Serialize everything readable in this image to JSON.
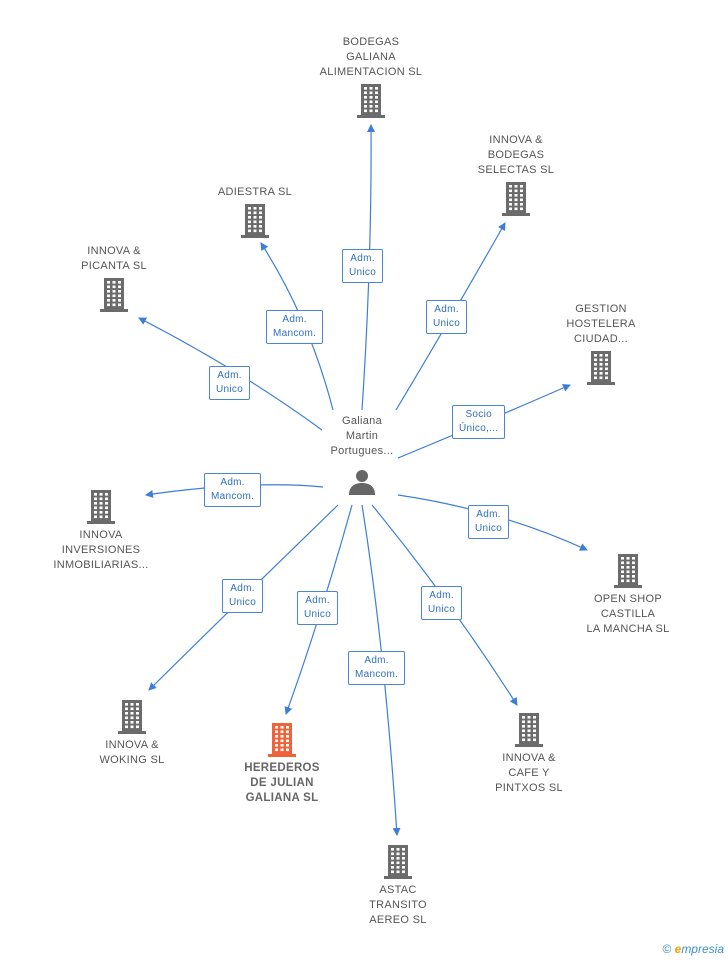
{
  "center": {
    "label": "Galiana\nMartin\nPortugues..."
  },
  "nodes": [
    {
      "id": "bodegas",
      "label": "BODEGAS\nGALIANA\nALIMENTACION SL",
      "highlight": false
    },
    {
      "id": "innova_bodegas",
      "label": "INNOVA &\nBODEGAS\nSELECTAS SL",
      "highlight": false
    },
    {
      "id": "adiestra",
      "label": "ADIESTRA SL",
      "highlight": false
    },
    {
      "id": "innova_picanta",
      "label": "INNOVA &\nPICANTA SL",
      "highlight": false
    },
    {
      "id": "gestion",
      "label": "GESTION\nHOSTELERA\nCIUDAD...",
      "highlight": false
    },
    {
      "id": "innova_inversiones",
      "label": "INNOVA\nINVERSIONES\nINMOBILIARIAS...",
      "highlight": false
    },
    {
      "id": "open_shop",
      "label": "OPEN SHOP\nCASTILLA\nLA MANCHA SL",
      "highlight": false
    },
    {
      "id": "innova_woking",
      "label": "INNOVA &\nWOKING SL",
      "highlight": false
    },
    {
      "id": "herederos",
      "label": "HEREDEROS\nDE JULIAN\nGALIANA SL",
      "highlight": true
    },
    {
      "id": "astac",
      "label": "ASTAC\nTRANSITO\nAEREO SL",
      "highlight": false
    },
    {
      "id": "innova_cafe",
      "label": "INNOVA &\nCAFE Y\nPINTXOS SL",
      "highlight": false
    }
  ],
  "relations": [
    {
      "target": "bodegas",
      "label": "Adm.\nUnico"
    },
    {
      "target": "innova_bodegas",
      "label": "Adm.\nUnico"
    },
    {
      "target": "adiestra",
      "label": "Adm.\nMancom."
    },
    {
      "target": "innova_picanta",
      "label": "Adm.\nUnico"
    },
    {
      "target": "gestion",
      "label": "Socio\nÚnico,..."
    },
    {
      "target": "innova_inversiones",
      "label": "Adm.\nMancom."
    },
    {
      "target": "open_shop",
      "label": "Adm.\nUnico"
    },
    {
      "target": "innova_woking",
      "label": "Adm.\nUnico"
    },
    {
      "target": "herederos",
      "label": "Adm.\nUnico"
    },
    {
      "target": "astac",
      "label": "Adm.\nMancom."
    },
    {
      "target": "innova_cafe",
      "label": "Adm.\nUnico"
    }
  ],
  "colors": {
    "edge": "#3d7fd6",
    "building": "#6b6b6b",
    "highlight": "#f0623a",
    "person": "#666666"
  },
  "footer": {
    "copyright": "©",
    "brand_e": "e",
    "brand_rest": "mpresia"
  }
}
